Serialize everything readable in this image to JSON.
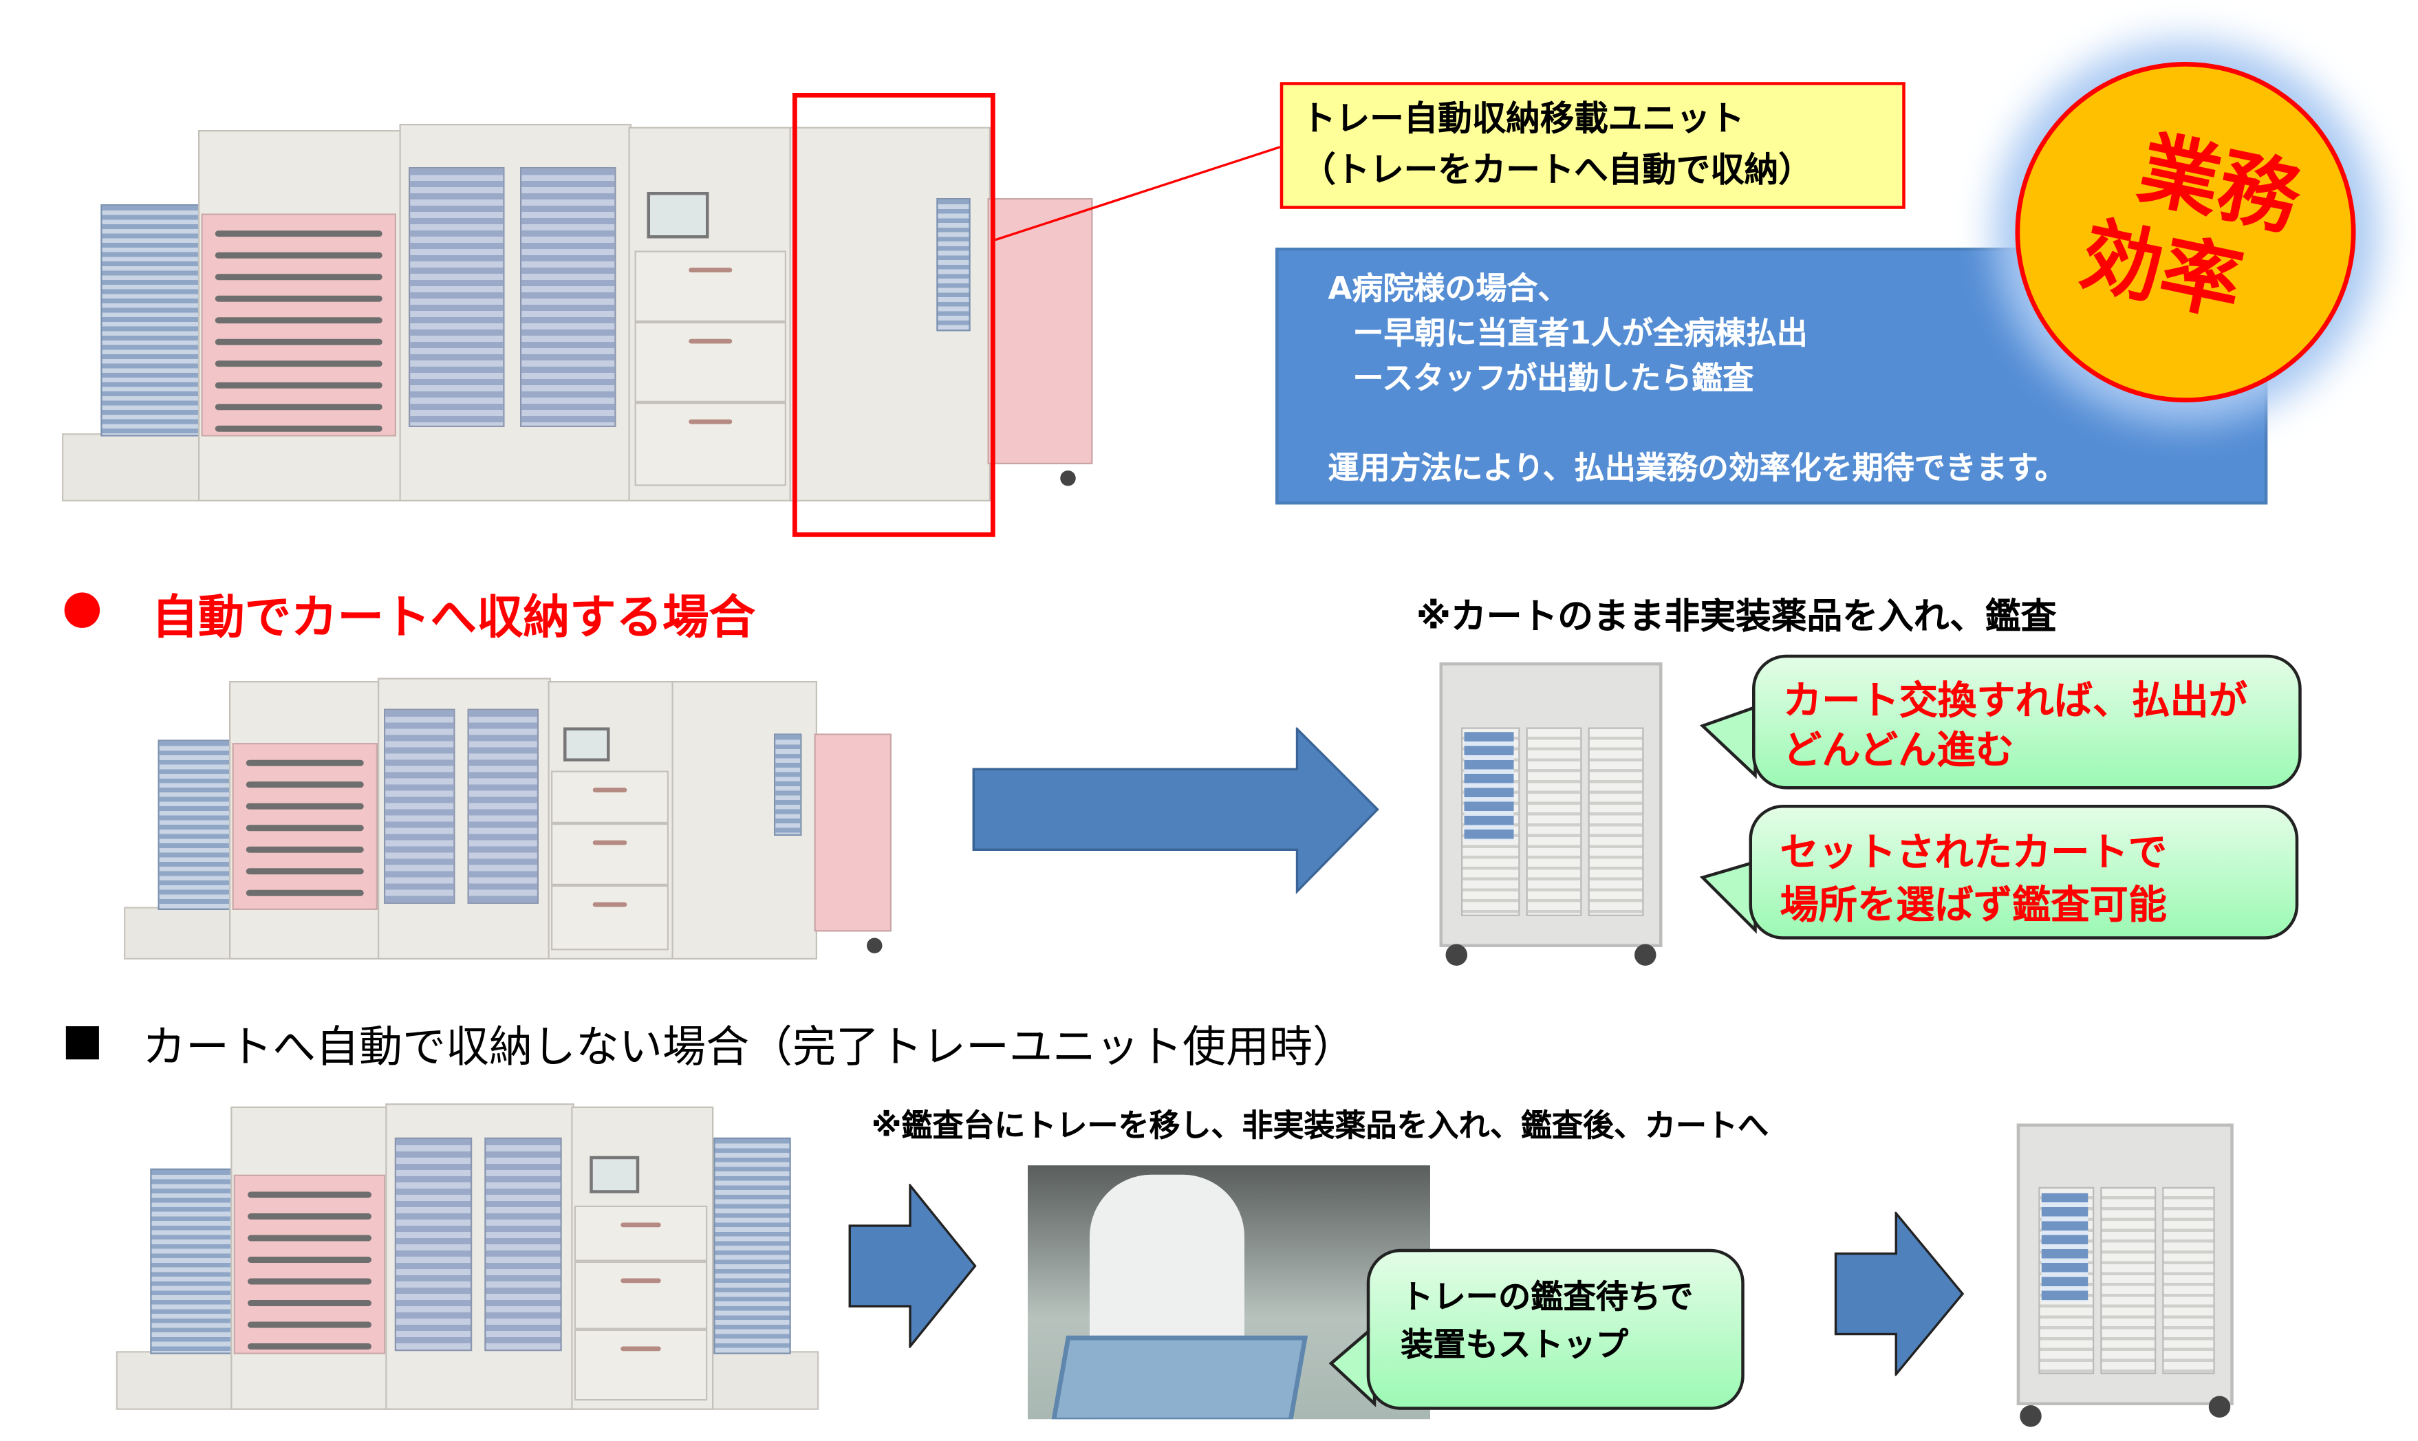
{
  "callout": {
    "line1": "トレー自動収納移載ユニット",
    "line2": "（トレーをカートへ自動で収納）"
  },
  "info_box": {
    "line1": "A病院様の場合、",
    "line2": "ー早朝に当直者1人が全病棟払出",
    "line3": "ースタッフが出勤したら鑑査",
    "line4": "運用方法により、払出業務の効率化を期待できます。"
  },
  "badge": {
    "line1": "業務",
    "line2": "効率"
  },
  "section1": {
    "bullet": "●",
    "title": "自動でカートへ収納する場合",
    "note": "※カートのまま非実装薬品を入れ、鑑査",
    "bubble1": {
      "line1": "カート交換すれば、払出が",
      "line2": "どんどん進む"
    },
    "bubble2": {
      "line1": "セットされたカートで",
      "line2": "場所を選ばず鑑査可能"
    }
  },
  "section2": {
    "bullet": "■",
    "title": "カートへ自動で収納しない場合（完了トレーユニット使用時）",
    "note": "※鑑査台にトレーを移し、非実装薬品を入れ、鑑査後、カートへ",
    "bubble": {
      "line1": "トレーの鑑査待ちで",
      "line2": "装置もストップ"
    }
  },
  "colors": {
    "red": "#ff0000",
    "blue_box": "#548dd4",
    "arrow": "#4f81bd",
    "yellow": "#ffff99",
    "badge": "#ffc000"
  }
}
